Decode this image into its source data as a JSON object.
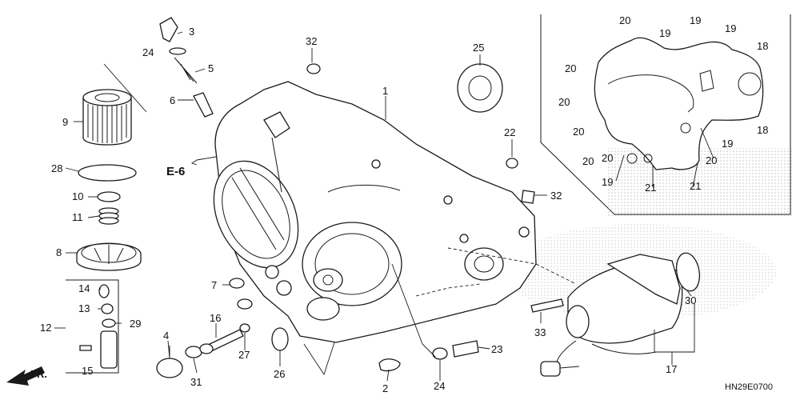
{
  "diagram": {
    "ref_code": "E-6",
    "direction_label": "FR.",
    "figure_code": "HN29E0700",
    "callouts": [
      "1",
      "2",
      "3",
      "4",
      "5",
      "6",
      "7",
      "8",
      "9",
      "10",
      "11",
      "12",
      "13",
      "14",
      "15",
      "16",
      "17",
      "18",
      "18",
      "19",
      "19",
      "19",
      "19",
      "19",
      "20",
      "20",
      "20",
      "20",
      "20",
      "20",
      "20",
      "21",
      "21",
      "22",
      "23",
      "24",
      "24",
      "25",
      "26",
      "27",
      "28",
      "29",
      "30",
      "31",
      "32",
      "32",
      "33"
    ]
  },
  "colors": {
    "line": "#1a1a1a",
    "background": "#ffffff",
    "screen": "#c8c8c8"
  }
}
